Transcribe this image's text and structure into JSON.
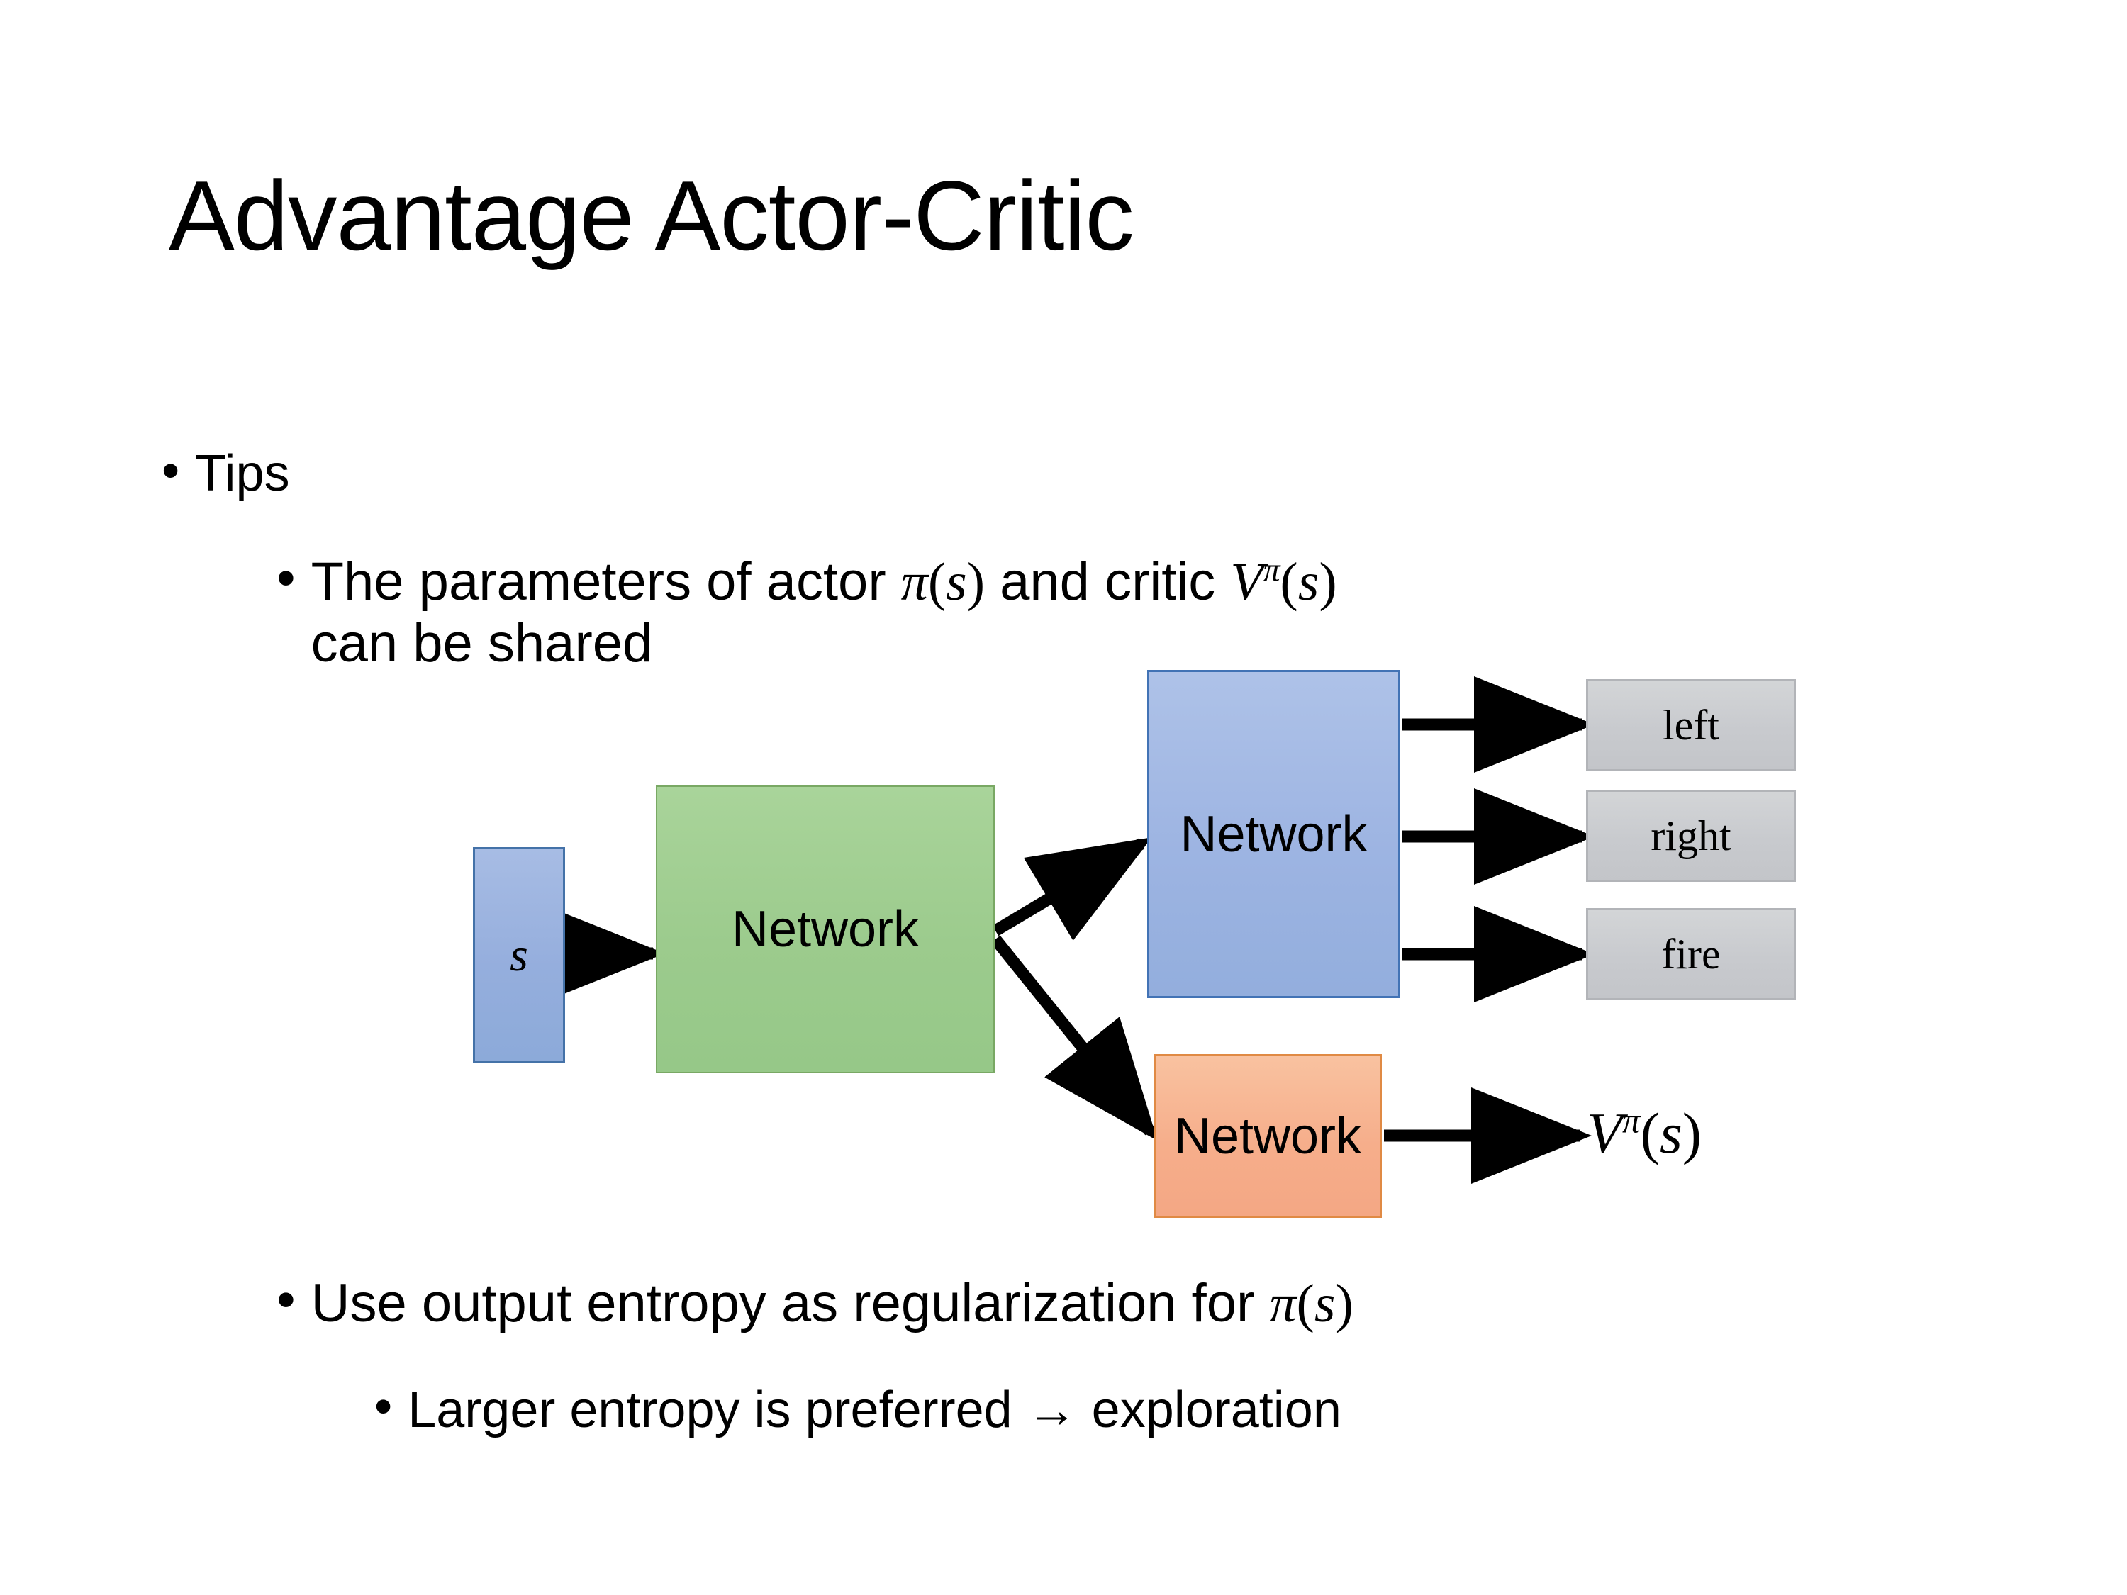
{
  "slide": {
    "title": "Advantage Actor-Critic",
    "background_color": "#ffffff"
  },
  "bullets": {
    "tips": {
      "marker": "•",
      "text": "Tips"
    },
    "parameters": {
      "marker": "•",
      "line1_pre": "The parameters of actor ",
      "math_pi_s": "π(s)",
      "line1_mid": "  and critic ",
      "math_v_pi_s": "Vπ(s)",
      "line2": "can be shared"
    },
    "entropy": {
      "marker": "•",
      "text_pre": "Use output entropy as regularization for ",
      "math_pi_s": "π(s)"
    },
    "larger": {
      "marker": "•",
      "text": "Larger entropy is preferred → exploration"
    }
  },
  "diagram": {
    "state_box": {
      "label": "s",
      "fill": "#9db4e2",
      "border": "#4472a8"
    },
    "shared_network": {
      "label": "Network",
      "fill": "#9ccb8d",
      "border": "#79a864"
    },
    "actor_network": {
      "label": "Network",
      "fill": "#9db4e2",
      "border": "#4273b5"
    },
    "critic_network": {
      "label": "Network",
      "fill": "#f6ae8b",
      "border": "#e08a44"
    },
    "actions": [
      {
        "label": "left",
        "fill": "#c8cace",
        "border": "#b2b4b8"
      },
      {
        "label": "right",
        "fill": "#c8cace",
        "border": "#b2b4b8"
      },
      {
        "label": "fire",
        "fill": "#c8cace",
        "border": "#b2b4b8"
      }
    ],
    "value_output": {
      "base": "V",
      "superscript": "π",
      "argument": "(s)"
    },
    "arrow_color": "#000000"
  }
}
